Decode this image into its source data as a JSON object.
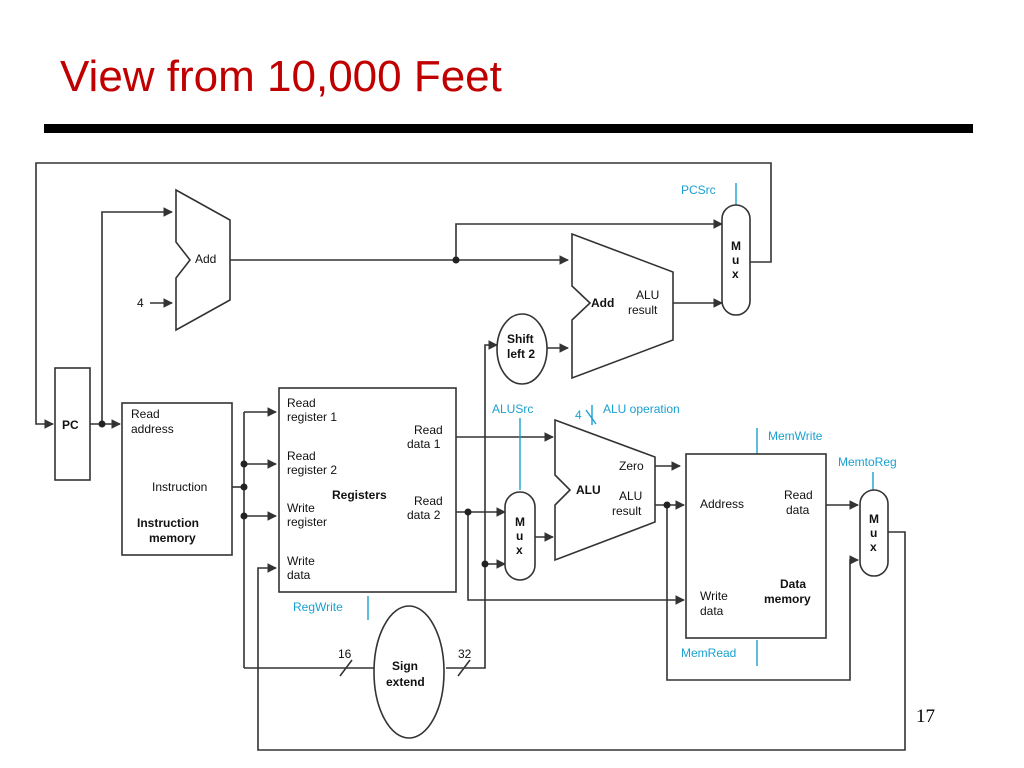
{
  "slide": {
    "title": "View from 10,000 Feet",
    "page_number": "17"
  },
  "colors": {
    "title": "#c00000",
    "control": "#1aa0d0",
    "wire": "#333333"
  },
  "diagram": {
    "pc": "PC",
    "add_top": "Add",
    "four": "4",
    "instr_mem": {
      "read": "Read",
      "address": "address",
      "instruction": "Instruction",
      "name1": "Instruction",
      "name2": "memory"
    },
    "registers": {
      "rr1a": "Read",
      "rr1b": "register 1",
      "rr2a": "Read",
      "rr2b": "register 2",
      "wra": "Write",
      "wrb": "register",
      "wda": "Write",
      "wdb": "data",
      "name": "Registers",
      "rd1a": "Read",
      "rd1b": "data 1",
      "rd2a": "Read",
      "rd2b": "data 2"
    },
    "shift": {
      "l1": "Shift",
      "l2": "left 2"
    },
    "add_branch": {
      "name": "Add",
      "r1": "ALU",
      "r2": "result"
    },
    "mux_letters": [
      "M",
      "u",
      "x"
    ],
    "alu": {
      "name": "ALU",
      "zero": "Zero",
      "r1": "ALU",
      "r2": "result"
    },
    "data_mem": {
      "address": "Address",
      "rda": "Read",
      "rdb": "data",
      "wda": "Write",
      "wdb": "data",
      "name1": "Data",
      "name2": "memory"
    },
    "sign_extend": {
      "l1": "Sign",
      "l2": "extend",
      "in_bits": "16",
      "out_bits": "32"
    },
    "signals": {
      "pcsrc": "PCSrc",
      "alusrc": "ALUSrc",
      "aluop_bits": "4",
      "aluop": "ALU operation",
      "memwrite": "MemWrite",
      "memtoreg": "MemtoReg",
      "regwrite": "RegWrite",
      "memread": "MemRead"
    }
  }
}
